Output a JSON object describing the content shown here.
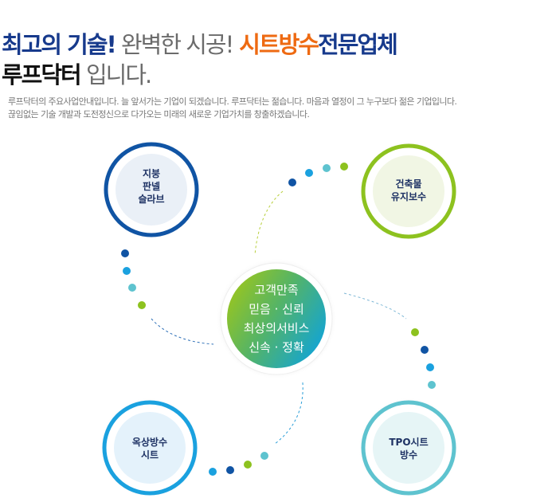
{
  "header": {
    "line1": [
      {
        "text": "최고의 기술!",
        "style": "navy"
      },
      {
        "text": " 완벽한 시공!",
        "style": "gray"
      },
      {
        "text": " 시트방수",
        "style": "orange"
      },
      {
        "text": "전문업체",
        "style": "navy"
      }
    ],
    "line2": [
      {
        "text": "루프닥터",
        "style": "dark"
      },
      {
        "text": " 입니다.",
        "style": "gray"
      }
    ]
  },
  "intro": {
    "line1": "루프닥터의 주요사업안내입니다.  늘 앞서가는 기업이 되겠습니다. 루프닥터는 젊습니다. 마음과 열정이 그 누구보다 젊은 기업입니다.",
    "line2": "끊임없는 기술 개발과 도전정신으로 다가오는 미래의 새로운 기업가치를 창출하겠습니다."
  },
  "center": {
    "lines": [
      "고객만족",
      "믿음 · 신뢰",
      "최상의서비스",
      "신속 · 정확"
    ]
  },
  "services": {
    "top_left": {
      "lines": [
        "지붕",
        "판넬",
        "슬라브"
      ]
    },
    "top_right": {
      "lines": [
        "건축물",
        "유지보수"
      ]
    },
    "bottom_left": {
      "lines": [
        "옥상방수",
        "시트"
      ]
    },
    "bottom_right": {
      "lines": [
        "TPO시트",
        "방수"
      ]
    }
  },
  "colors": {
    "navy_ring": "#1054a4",
    "green_ring": "#8dc21f",
    "blue_ring": "#1aa1df",
    "teal_ring": "#5ec3cf",
    "center_gradient_start": "#9cc61c",
    "center_gradient_end": "#0ea3db",
    "headline_navy": "#173a8c",
    "headline_orange": "#ee6a12"
  }
}
